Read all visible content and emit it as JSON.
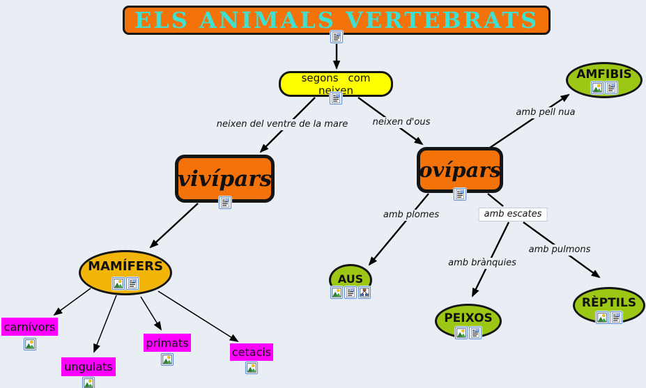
{
  "map_title": "ELS ANIMALS VERTEBRATS",
  "colors": {
    "background": "#E8EEF3",
    "title_bg": "#F4720A",
    "title_text": "#40E0D0",
    "linking_box_bg": "#FFFF00",
    "orange_node_bg": "#F4720A",
    "green_ellipse_bg": "#9CC714",
    "gold_ellipse_bg": "#F2B50A",
    "pink_box_bg": "#FF00FF",
    "line_color": "#000000"
  },
  "nodes": {
    "segons": {
      "label": "segons com neixen",
      "shape": "rounded-rect",
      "bg": "#FFFF00",
      "icons": [
        "document"
      ]
    },
    "vivipars": {
      "label": "vivípars",
      "shape": "rounded-rect",
      "bg": "#F4720A",
      "icons": [
        "document"
      ]
    },
    "ovipars": {
      "label": "ovípars",
      "shape": "rounded-rect",
      "bg": "#F4720A",
      "icons": [
        "document"
      ]
    },
    "amfibis": {
      "label": "AMFIBIS",
      "shape": "ellipse",
      "bg": "#9CC714",
      "icons": [
        "image",
        "document"
      ]
    },
    "mamifers": {
      "label": "MAMÍFERS",
      "shape": "ellipse",
      "bg": "#F2B50A",
      "icons": [
        "image",
        "document"
      ]
    },
    "aus": {
      "label": "AUS",
      "shape": "ellipse",
      "bg": "#9CC714",
      "icons": [
        "image",
        "document",
        "concept-map"
      ]
    },
    "peixos": {
      "label": "PEIXOS",
      "shape": "ellipse",
      "bg": "#9CC714",
      "icons": [
        "image",
        "document"
      ]
    },
    "reptils": {
      "label": "RÈPTILS",
      "shape": "ellipse",
      "bg": "#9CC714",
      "icons": [
        "image",
        "document"
      ]
    },
    "carnivors": {
      "label": "carnívors",
      "shape": "rect",
      "bg": "#FF00FF",
      "icons": [
        "image"
      ]
    },
    "ungulats": {
      "label": "ungulats",
      "shape": "rect",
      "bg": "#FF00FF",
      "icons": [
        "image"
      ]
    },
    "primats": {
      "label": "primats",
      "shape": "rect",
      "bg": "#FF00FF",
      "icons": [
        "image"
      ]
    },
    "cetacis": {
      "label": "cetacis",
      "shape": "rect",
      "bg": "#FF00FF",
      "icons": [
        "image"
      ]
    }
  },
  "title_icons": [
    "document"
  ],
  "edge_labels": {
    "neixen_ventre": "neixen del ventre de la mare",
    "neixen_dous": "neixen d'ous",
    "amb_pell_nua": "amb pell nua",
    "amb_plomes": "amb plomes",
    "amb_escates": "amb escates",
    "amb_branquies": "amb brànquies",
    "amb_pulmons": "amb pulmons"
  },
  "edges": [
    {
      "from": "title",
      "to": "segons",
      "label": ""
    },
    {
      "from": "segons",
      "to": "vivipars",
      "label": "neixen del ventre de la mare"
    },
    {
      "from": "segons",
      "to": "ovipars",
      "label": "neixen d'ous"
    },
    {
      "from": "ovipars",
      "to": "amfibis",
      "label": "amb pell nua"
    },
    {
      "from": "ovipars",
      "to": "aus",
      "label": "amb plomes"
    },
    {
      "from": "ovipars",
      "to": "peixos",
      "label": "amb escates / amb brànquies"
    },
    {
      "from": "ovipars",
      "to": "reptils",
      "label": "amb escates / amb pulmons"
    },
    {
      "from": "vivipars",
      "to": "mamifers",
      "label": ""
    },
    {
      "from": "mamifers",
      "to": "carnivors",
      "label": ""
    },
    {
      "from": "mamifers",
      "to": "ungulats",
      "label": ""
    },
    {
      "from": "mamifers",
      "to": "primats",
      "label": ""
    },
    {
      "from": "mamifers",
      "to": "cetacis",
      "label": ""
    }
  ]
}
